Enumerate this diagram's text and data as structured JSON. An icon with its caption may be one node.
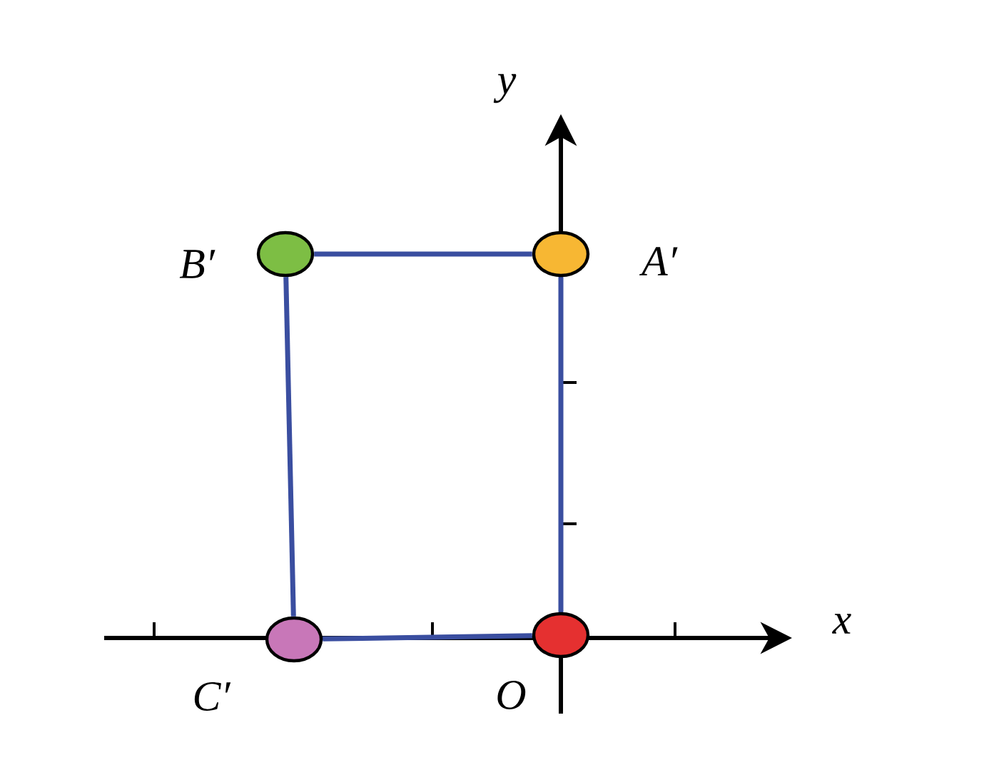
{
  "diagram": {
    "nodes": [
      {
        "text": [],
        "shape": "circle",
        "beside": [
          "O"
        ]
      },
      {
        "text": [],
        "shape": "circle",
        "beside": [
          "A′"
        ]
      },
      {
        "text": [],
        "shape": "circle",
        "beside": [
          "B′"
        ]
      },
      {
        "text": [],
        "shape": "circle",
        "beside": [
          "C′"
        ]
      }
    ],
    "edges": [
      {
        "from": 0,
        "to": 1,
        "arrow": "none"
      },
      {
        "from": 1,
        "to": 2,
        "arrow": "none"
      },
      {
        "from": 2,
        "to": 3,
        "arrow": "none"
      },
      {
        "from": 3,
        "to": 0,
        "arrow": "none"
      }
    ],
    "labels": [
      "y",
      "x"
    ]
  }
}
